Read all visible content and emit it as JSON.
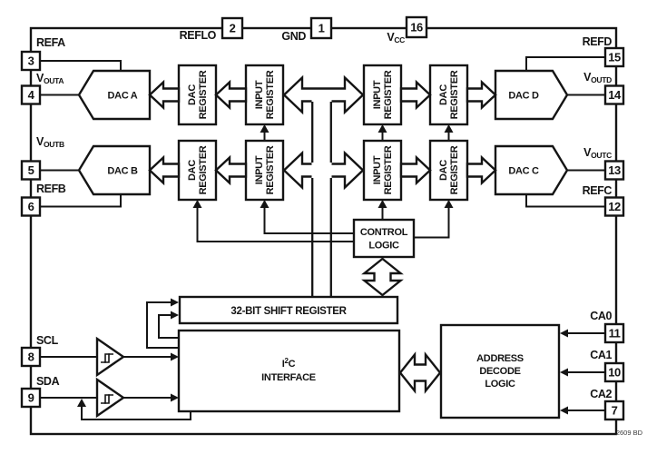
{
  "note": "2609 BD",
  "colors": {
    "line": "#141414",
    "background": "#ffffff"
  },
  "pins": {
    "top": [
      {
        "num": "2",
        "label": "REFLO"
      },
      {
        "num": "1",
        "label": "GND"
      },
      {
        "num": "16",
        "label": "V",
        "label_sub": "CC"
      }
    ],
    "left": [
      {
        "num": "3",
        "label": "REFA"
      },
      {
        "num": "4",
        "label": "V",
        "label_sub": "OUTA"
      },
      {
        "num": "5",
        "label": "V",
        "label_sub": "OUTB"
      },
      {
        "num": "6",
        "label": "REFB"
      },
      {
        "num": "8",
        "label": "SCL"
      },
      {
        "num": "9",
        "label": "SDA"
      }
    ],
    "right": [
      {
        "num": "15",
        "label": "REFD"
      },
      {
        "num": "14",
        "label": "V",
        "label_sub": "OUTD"
      },
      {
        "num": "13",
        "label": "V",
        "label_sub": "OUTC"
      },
      {
        "num": "12",
        "label": "REFC"
      },
      {
        "num": "11",
        "label": "CA0"
      },
      {
        "num": "10",
        "label": "CA1"
      },
      {
        "num": "7",
        "label": "CA2"
      }
    ]
  },
  "blocks": {
    "dac_a": "DAC A",
    "dac_b": "DAC B",
    "dac_c": "DAC C",
    "dac_d": "DAC D",
    "dac_register": {
      "line1": "DAC",
      "line2": "REGISTER"
    },
    "input_register": {
      "line1": "INPUT",
      "line2": "REGISTER"
    },
    "control_logic": {
      "line1": "CONTROL",
      "line2": "LOGIC"
    },
    "shift_register": "32-BIT SHIFT REGISTER",
    "i2c": {
      "l1a": "I",
      "l1sup": "2",
      "l1b": "C",
      "line2": "INTERFACE"
    },
    "address_decode": {
      "line1": "ADDRESS",
      "line2": "DECODE",
      "line3": "LOGIC"
    }
  }
}
